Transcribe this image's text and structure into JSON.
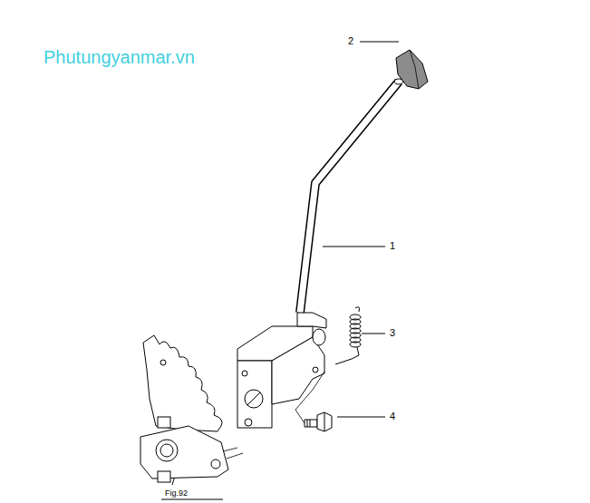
{
  "diagram": {
    "labels": [
      "Phutungyanmar.vn",
      "2",
      "1",
      "3",
      "4",
      "Fig.92"
    ]
  }
}
